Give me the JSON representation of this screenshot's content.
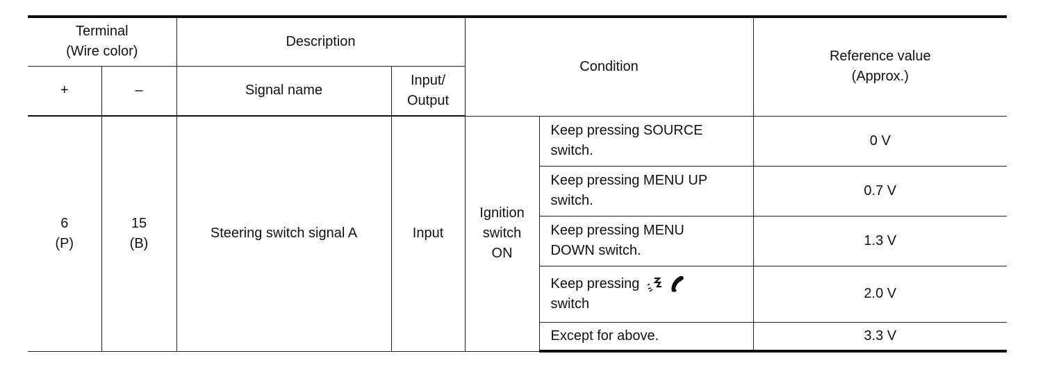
{
  "header": {
    "terminal": "Terminal\n(Wire color)",
    "description": "Description",
    "condition": "Condition",
    "reference_value": "Reference value\n(Approx.)",
    "plus": "+",
    "minus": "–",
    "signal_name": "Signal name",
    "input_output": "Input/\nOutput"
  },
  "row": {
    "plus_terminal": "6\n(P)",
    "minus_terminal": "15\n(B)",
    "signal_name": "Steering switch signal A",
    "input_output": "Input",
    "condition_main": "Ignition\nswitch\nON",
    "conditions": [
      {
        "text": "Keep pressing SOURCE\nswitch.",
        "value": "0 V"
      },
      {
        "text": "Keep pressing MENU UP\nswitch.",
        "value": "0.7 V"
      },
      {
        "text": "Keep pressing MENU\nDOWN switch.",
        "value": "1.3 V"
      },
      {
        "text_line1": "Keep pressing",
        "text_line2": "switch",
        "icons": [
          "voice-recognition-icon",
          "phone-icon"
        ],
        "value": "2.0 V"
      },
      {
        "text": "Except for above.",
        "value": "3.3 V"
      }
    ]
  }
}
